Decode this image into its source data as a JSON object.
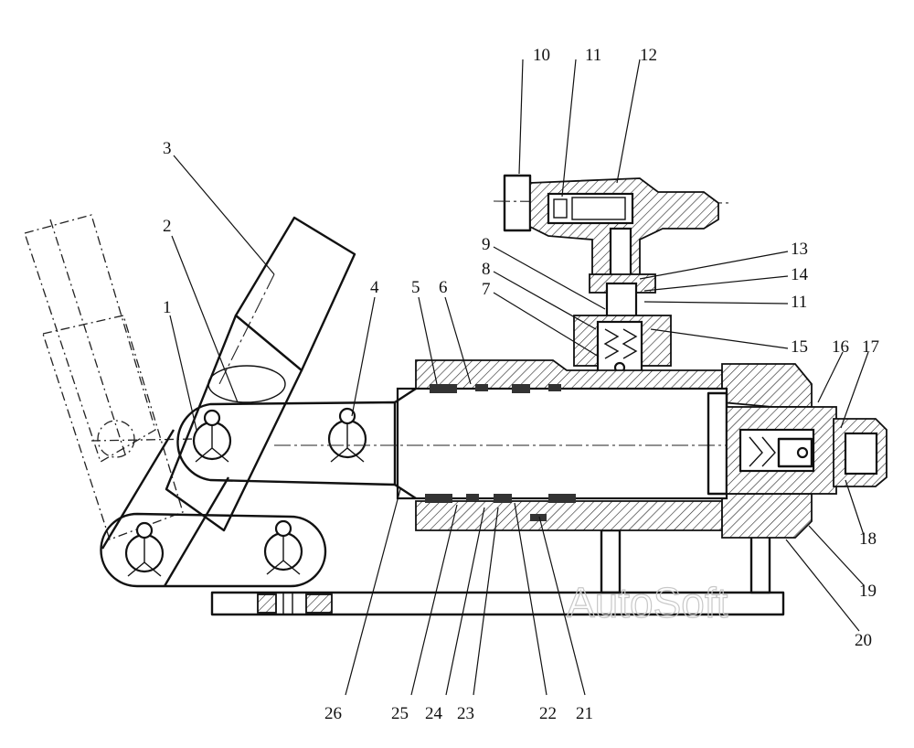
{
  "labels": {
    "l1": "1",
    "l2": "2",
    "l3": "3",
    "l4": "4",
    "l5": "5",
    "l6": "6",
    "l7": "7",
    "l8": "8",
    "l9": "9",
    "l10": "10",
    "l11a": "11",
    "l11b": "11",
    "l12": "12",
    "l13": "13",
    "l14": "14",
    "l15": "15",
    "l16": "16",
    "l17": "17",
    "l18": "18",
    "l19": "19",
    "l20": "20",
    "l21": "21",
    "l22": "22",
    "l23": "23",
    "l24": "24",
    "l25": "25",
    "l26": "26"
  },
  "watermark": "AutoSoft"
}
